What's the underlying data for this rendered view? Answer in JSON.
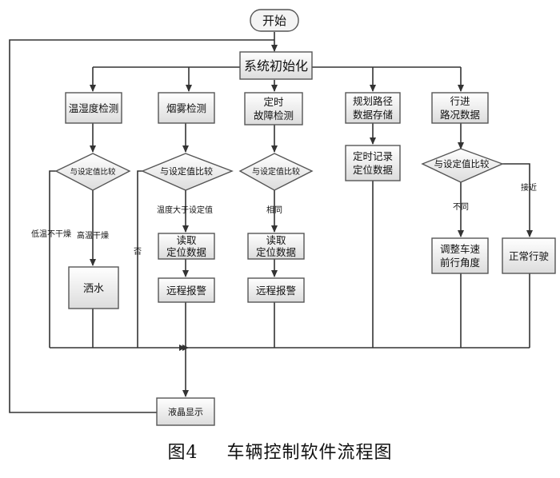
{
  "nodes": {
    "start": "开始",
    "init": "系统初始化",
    "humidity_detect": "温湿度检测",
    "smoke_detect": "烟雾检测",
    "fault_detect": [
      "定时",
      "故障检测"
    ],
    "route_store": [
      "规划路径",
      "数据存储"
    ],
    "road_data": [
      "行进",
      "路况数据"
    ],
    "cmp1": "与设定值比较",
    "cmp2": "与设定值比较",
    "cmp3": "与设定值比较",
    "cmp4": "与设定值比较",
    "record_pos": [
      "定时记录",
      "定位数据"
    ],
    "water": "洒水",
    "read_pos_2": [
      "读取",
      "定位数据"
    ],
    "read_pos_3": [
      "读取",
      "定位数据"
    ],
    "alarm_2": "远程报警",
    "alarm_3": "远程报警",
    "adjust_speed": [
      "调整车速",
      "前行角度"
    ],
    "normal_drive": "正常行驶",
    "lcd_display": "液晶显示"
  },
  "edge_labels": {
    "high_temp_dry": "高温干燥",
    "low_temp_not_dry": "低温不干燥",
    "temp_above": "温度大于设定值",
    "no": "否",
    "same": "相同",
    "different": "不同",
    "close": "接近"
  },
  "caption": {
    "figure_no": "图4",
    "title": "车辆控制软件流程图"
  }
}
